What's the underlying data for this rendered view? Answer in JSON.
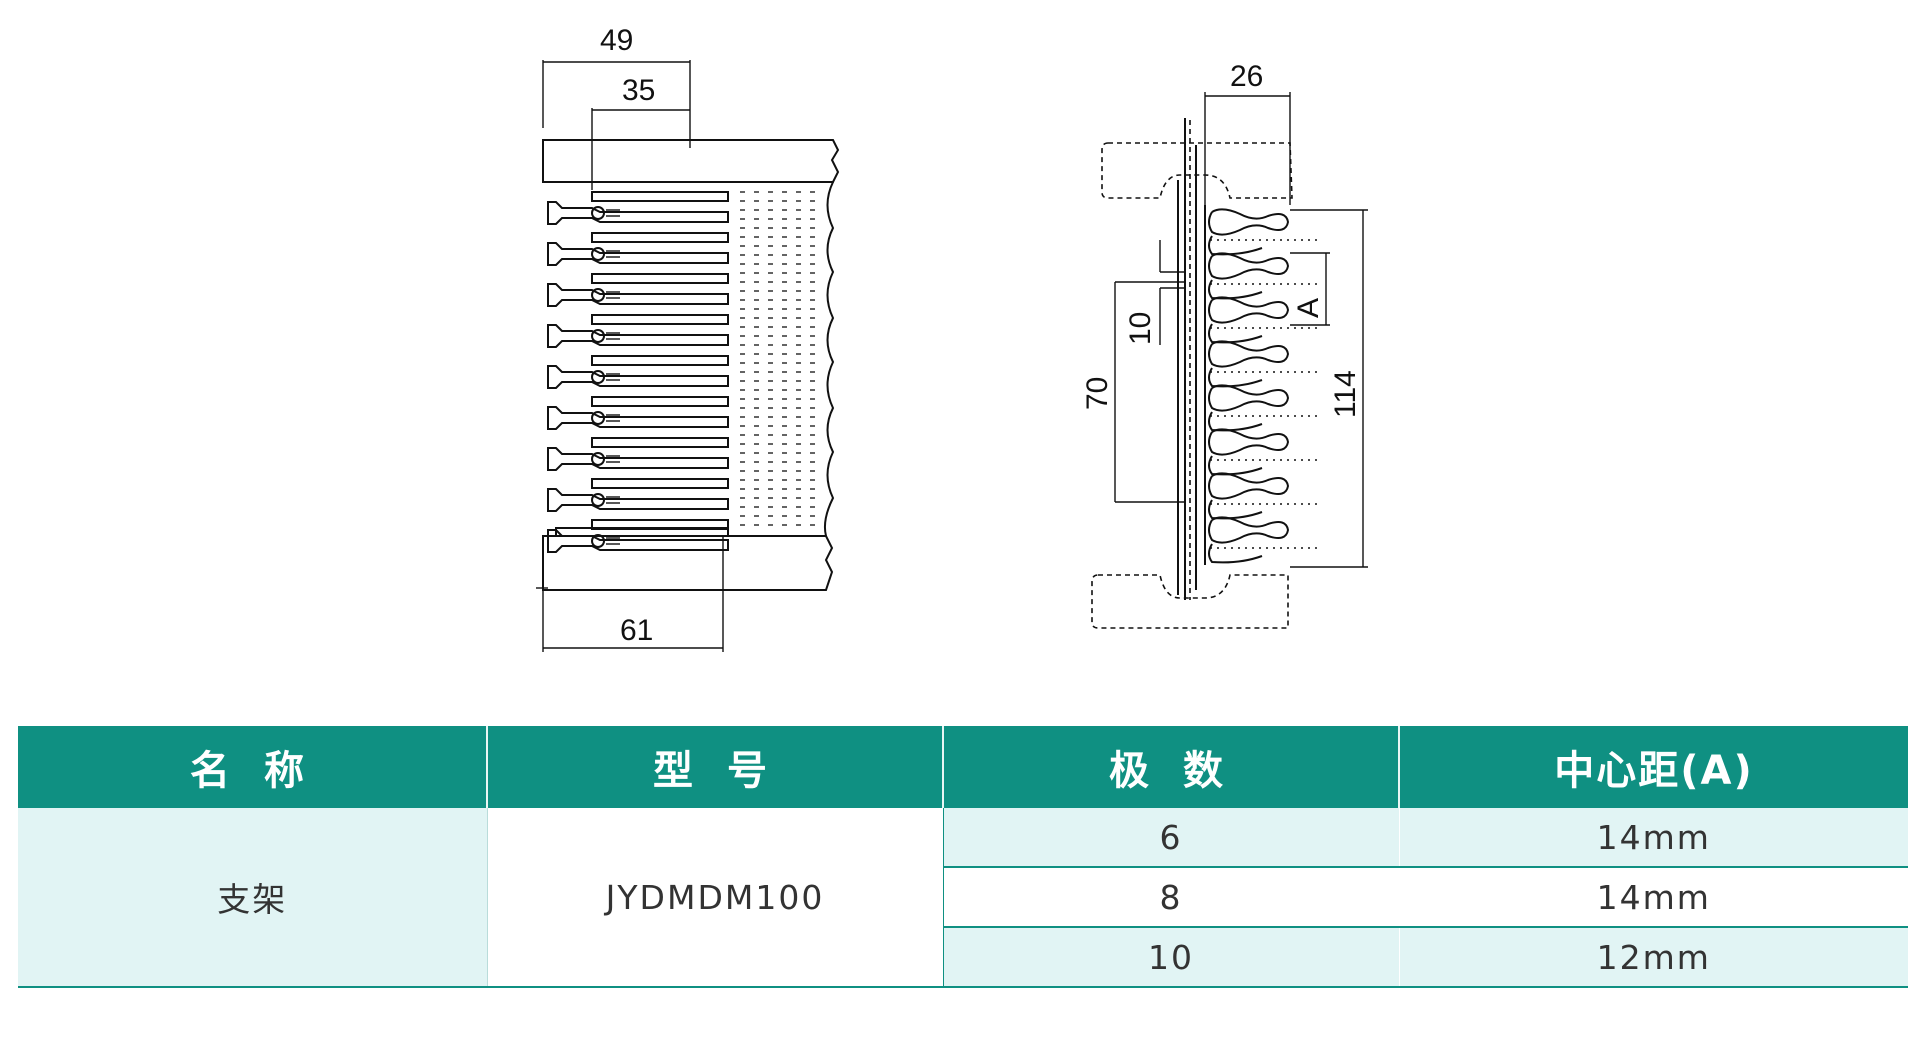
{
  "drawing": {
    "dimensions": {
      "d49": "49",
      "d35": "35",
      "d61": "61",
      "d26": "26",
      "d10": "10",
      "d70": "70",
      "dA": "A",
      "d114": "114"
    }
  },
  "table": {
    "headers": [
      "名 称",
      "型 号",
      "极 数",
      "中心距(A)"
    ],
    "name": "支架",
    "model": "JYDMDM100",
    "rows": [
      {
        "poles": "6",
        "pitch": "14mm"
      },
      {
        "poles": "8",
        "pitch": "14mm"
      },
      {
        "poles": "10",
        "pitch": "12mm"
      }
    ]
  }
}
